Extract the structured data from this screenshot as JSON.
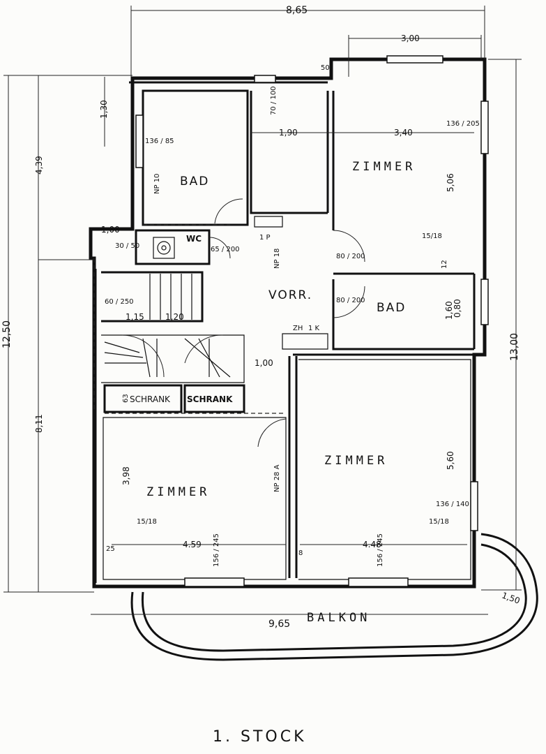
{
  "title": "1. STOCK",
  "rooms": {
    "bad_top": "BAD",
    "wc": "WC",
    "zimmer_top": "ZIMMER",
    "vorraum": "VORR.",
    "bad_right": "BAD",
    "zimmer_right": "ZIMMER",
    "zimmer_left": "ZIMMER",
    "schrank_1": "SCHRANK",
    "schrank_2": "SCHRANK",
    "balkon": "BALKON"
  },
  "dimensions": {
    "overall_width": "8,65",
    "zimmer_top_window": "3,00",
    "offset_50": "50",
    "corr_width": "1,90",
    "zimmer_top_width": "3,40",
    "zimmer_top_depth": "5,06",
    "total_depth": "12,50",
    "upper_depth": "4,39",
    "lower_depth": "8,11",
    "right_total": "13,00",
    "bad_top_h": "1,30",
    "stair_w1": "1,15",
    "stair_w2": "1,20",
    "hall_1": "1,00",
    "zimmer_left_width": "4.59",
    "zimmer_left_depth": "3,98",
    "zimmer_right_width": "4.48",
    "zimmer_right_depth": "5,60",
    "balkon_width": "9,65",
    "balkon_depth": "1,50",
    "bad_right_h": "1,60",
    "bad_right_d": "0,80",
    "wall_width_1": "1,00",
    "door_70_100": "70 / 100",
    "win_136_205": "136 / 205",
    "win_136_85": "136 / 85",
    "door_80_200a": "80 / 200",
    "door_80_200b": "80 / 200",
    "door_65_200": "65 / 200",
    "door_60_250": "60 / 250",
    "door_30_50": "30 / 50",
    "win_136_140": "136 / 140",
    "win_156_245a": "156 / 245",
    "win_156_245b": "156 / 245",
    "heat_15_18a": "15/18",
    "heat_15_18b": "15/18",
    "heat_15_18c": "15/18",
    "np28a": "NP 28 A",
    "np18": "NP 18",
    "np10": "NP 10",
    "wall_25": "25",
    "wall_12": "12",
    "label_8": "8",
    "label_zh": "ZH",
    "label_1k": "1 K",
    "label_1p": "1 P",
    "label_63": "63"
  }
}
